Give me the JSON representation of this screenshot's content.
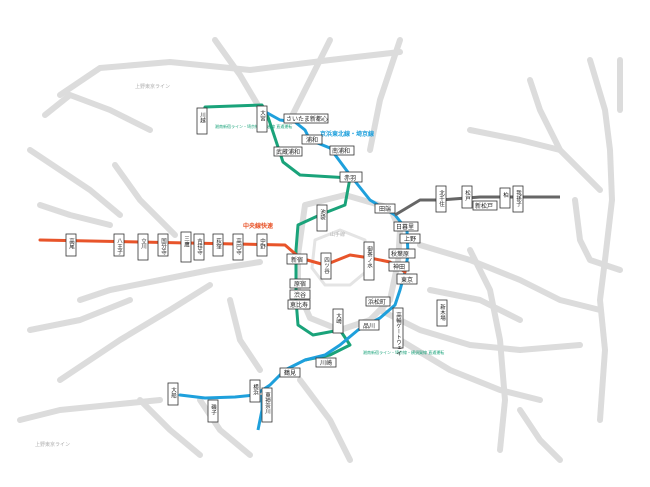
{
  "colors": {
    "keihin_tohoku_saikyo": "#1ea0dc",
    "chuo_rapid": "#e8542a",
    "shonan_shinjuku": "#1aa37a",
    "background_lines": "#dcdcdc",
    "station_border": "#333333"
  },
  "line_labels": {
    "chuo_rapid": "中央線快速",
    "keihin_saikyo": "京浜東北線・埼京線",
    "ueno_tokyo_line_top": "上野東京ライン",
    "ueno_tokyo_line_bottom": "上野東京ライン",
    "shonan_note_top": "湘南新宿ライン・埼京線・川越線 直通運転",
    "shonan_note_bottom": "湘南新宿ライン・埼京線・横須賀線 直通運転",
    "yamanote_note": "山手線"
  },
  "stations": {
    "kawagoe": "川越",
    "omiya": "大宮",
    "saitama_shintoshin": "さいたま新都心",
    "urawa": "浦和",
    "musashi_urawa": "武蔵浦和",
    "minami_urawa": "南浦和",
    "akabane": "赤羽",
    "ikebukuro": "池袋",
    "tabata": "田端",
    "nippori": "日暮里",
    "ueno": "上野",
    "akihabara": "秋葉原",
    "kanda": "神田",
    "tokyo": "東京",
    "ochanomizu": "御茶ノ水",
    "yotsuya": "四ツ谷",
    "shinjuku": "新宿",
    "harajuku": "原宿",
    "shibuya": "渋谷",
    "ebisu": "恵比寿",
    "osaki": "大崎",
    "shinagawa": "品川",
    "hamamatsucho": "浜松町",
    "takanawa_gateway": "高輪ゲートウェイ",
    "shin_kiba": "新木場",
    "kawasaki": "川崎",
    "tsurumi": "鶴見",
    "yokohama": "横浜",
    "ofuna": "大船",
    "isogo": "磯子",
    "higashi_kanagawa": "東神奈川",
    "nakano": "中野",
    "koenji": "高円寺",
    "ogikubo": "荻窪",
    "kichijoji": "吉祥寺",
    "mitaka": "三鷹",
    "kokubunji": "国分寺",
    "tachikawa": "立川",
    "hachioji": "八王子",
    "takao": "高尾",
    "kita_senju": "北千住",
    "matsudo": "松戸",
    "shin_matsudo": "新松戸",
    "kashiwa": "柏",
    "abiko": "我孫子"
  }
}
